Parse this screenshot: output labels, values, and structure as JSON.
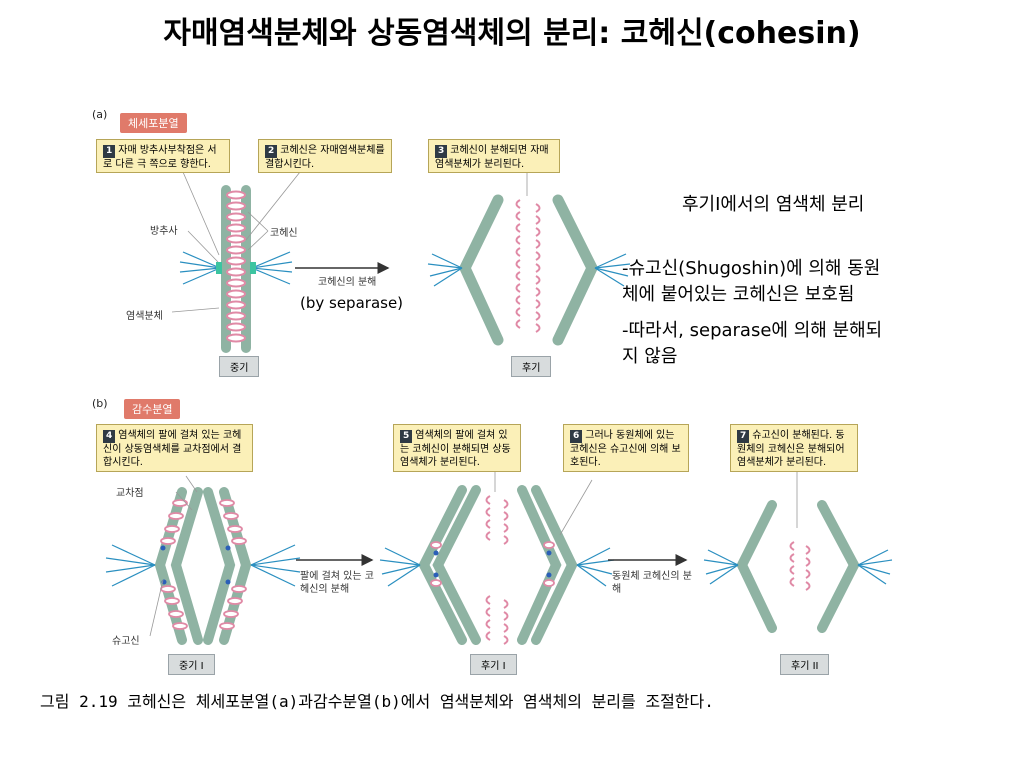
{
  "title": "자매염색분체와 상동염색체의 분리: 코헤신(cohesin)",
  "panel_a": {
    "letter": "(a)",
    "tag": "체세포분열",
    "box1": {
      "num": "1",
      "text": "자매 방추사부착점은 서로 다른 극 쪽으로 향한다."
    },
    "box2": {
      "num": "2",
      "text": "코헤신은 자매염색분체를 결합시킨다."
    },
    "box3": {
      "num": "3",
      "text": "코헤신이 분해되면 자매 염색분체가 분리된다."
    },
    "label_spindle": "방추사",
    "label_cohesin": "코헤신",
    "label_chromatid": "염색분체",
    "arrow_text": "코헤신의 분해",
    "arrow_sub": "(by separase)",
    "stage_left": "중기",
    "stage_right": "후기"
  },
  "side_note": {
    "heading": "후기I에서의 염색체 분리",
    "line1": "-슈고신(Shugoshin)에 의해 동원",
    "line2": "체에 붙어있는 코헤신은 보호됨",
    "line3": "-따라서, separase에 의해 분해되",
    "line4": "지 않음"
  },
  "panel_b": {
    "letter": "(b)",
    "tag": "감수분열",
    "box4": {
      "num": "4",
      "text": "염색체의 팔에 걸쳐 있는 코헤신이 상동염색체를 교차점에서 결합시킨다."
    },
    "box5": {
      "num": "5",
      "text": "염색체의 팔에 걸쳐 있는 코헤신이 분해되면 상동염색체가 분리된다."
    },
    "box6": {
      "num": "6",
      "text": "그러나 동원체에 있는 코헤신은 슈고신에 의해 보호된다."
    },
    "box7": {
      "num": "7",
      "text": "슈고신이 분해된다. 동원체의 코헤신은 분해되어 염색분체가 분리된다."
    },
    "label_chiasma": "교차점",
    "label_shugoshin": "슈고신",
    "arrow1_text": "팔에 걸쳐 있는 코헤신의 분해",
    "arrow2_text": "동원체 코헤신의 분해",
    "stage1": "중기 I",
    "stage2": "후기 I",
    "stage3": "후기 II"
  },
  "caption": "그림 2.19 코헤신은 체세포분열(a)과감수분열(b)에서 염색분체와 염색체의 분리를 조절한다.",
  "colors": {
    "chromatid": "#8fb3a3",
    "cohesin": "#e8a0b4",
    "cohesin_fill": "#ffffff",
    "spindle": "#2a8fc0",
    "centromere": "#3cc4a0",
    "box_bg": "#fbf0b8",
    "tag_bg": "#e07a6a",
    "shugoshin": "#2b5fb8"
  }
}
